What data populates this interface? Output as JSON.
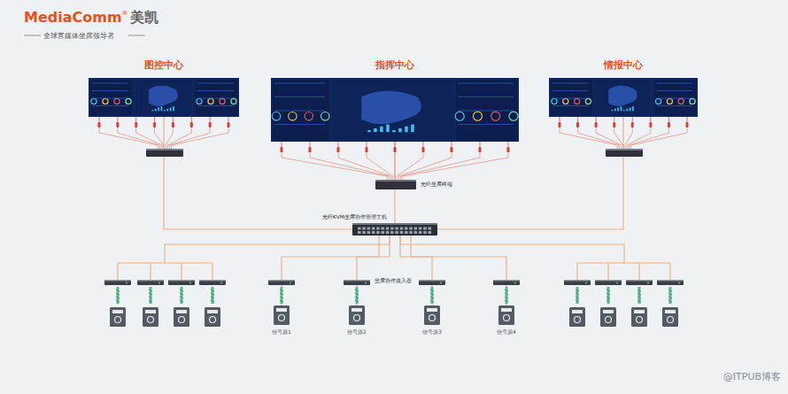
{
  "diagram": {
    "nodes": [
      {
        "text": [
          "图控中心"
        ]
      },
      {
        "text": [
          "指挥中心"
        ]
      },
      {
        "text": [
          "情报中心"
        ]
      },
      {
        "text": [
          "光纤坐席终端"
        ]
      },
      {
        "text": [
          "光纤KVM坐席协作管理主机"
        ]
      },
      {
        "text": [
          "信号源1"
        ]
      },
      {
        "text": [
          "信号源2"
        ]
      },
      {
        "text": [
          "信号源3"
        ]
      },
      {
        "text": [
          "信号源4"
        ]
      }
    ],
    "edges": [
      {
        "from": 0,
        "to": 4,
        "arrow": "none"
      },
      {
        "from": 1,
        "to": 3,
        "arrow": "none"
      },
      {
        "from": 2,
        "to": 4,
        "arrow": "none"
      },
      {
        "from": 3,
        "to": 4,
        "arrow": "none"
      },
      {
        "from": 4,
        "to": 5,
        "arrow": "none"
      },
      {
        "from": 4,
        "to": 6,
        "arrow": "none"
      },
      {
        "from": 4,
        "to": 7,
        "arrow": "none"
      },
      {
        "from": 4,
        "to": 8,
        "arrow": "none"
      }
    ],
    "labels": [
      "MediaComm",
      "®",
      "美凯",
      "全球富媒体坐席领导者",
      "坐席协作接入器",
      "@ITPUB博客"
    ]
  }
}
